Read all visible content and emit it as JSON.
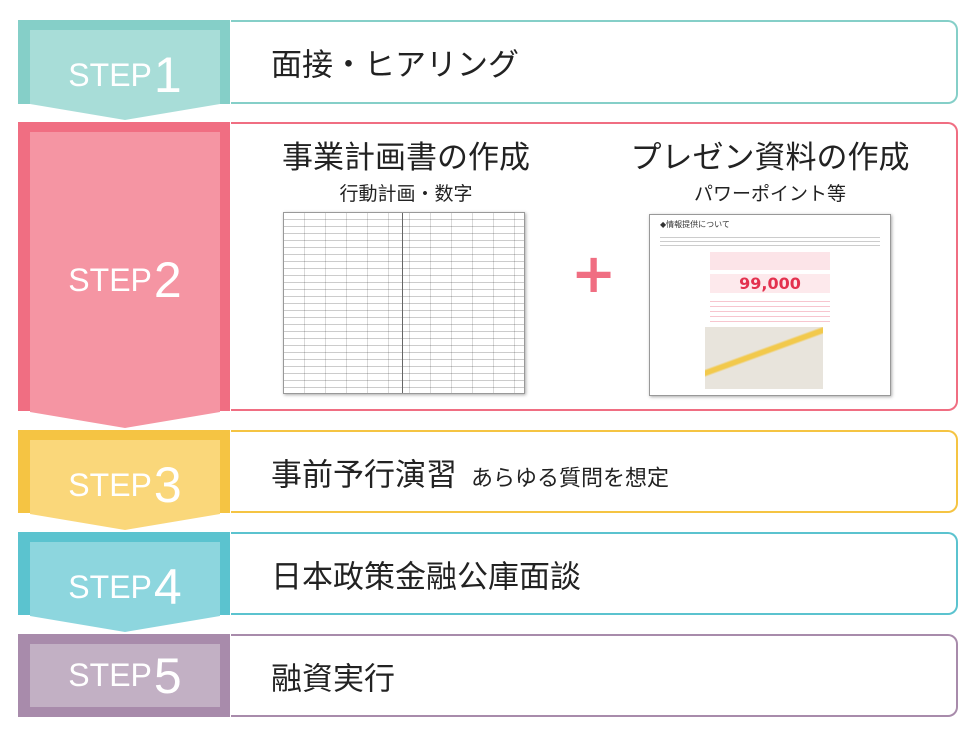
{
  "steps": [
    {
      "label": "STEP",
      "num": "1",
      "title": "面接・ヒアリング",
      "outer": "#85cfc8",
      "inner": "#a8ddd8"
    },
    {
      "label": "STEP",
      "num": "2",
      "outer": "#f06e82",
      "inner": "#f595a3",
      "left": {
        "title": "事業計画書の作成",
        "sub": "行動計画・数字"
      },
      "right": {
        "title": "プレゼン資料の作成",
        "sub": "パワーポイント等"
      },
      "plus": "+",
      "preview": {
        "heading": "◆情報提供について",
        "price": "99,000"
      }
    },
    {
      "label": "STEP",
      "num": "3",
      "title": "事前予行演習",
      "sub": "あらゆる質問を想定",
      "outer": "#f5c443",
      "inner": "#fad77a"
    },
    {
      "label": "STEP",
      "num": "4",
      "title": "日本政策金融公庫面談",
      "outer": "#5bc3cf",
      "inner": "#8dd6de"
    },
    {
      "label": "STEP",
      "num": "5",
      "title": "融資実行",
      "outer": "#a88bab",
      "inner": "#c2b0c4"
    }
  ]
}
